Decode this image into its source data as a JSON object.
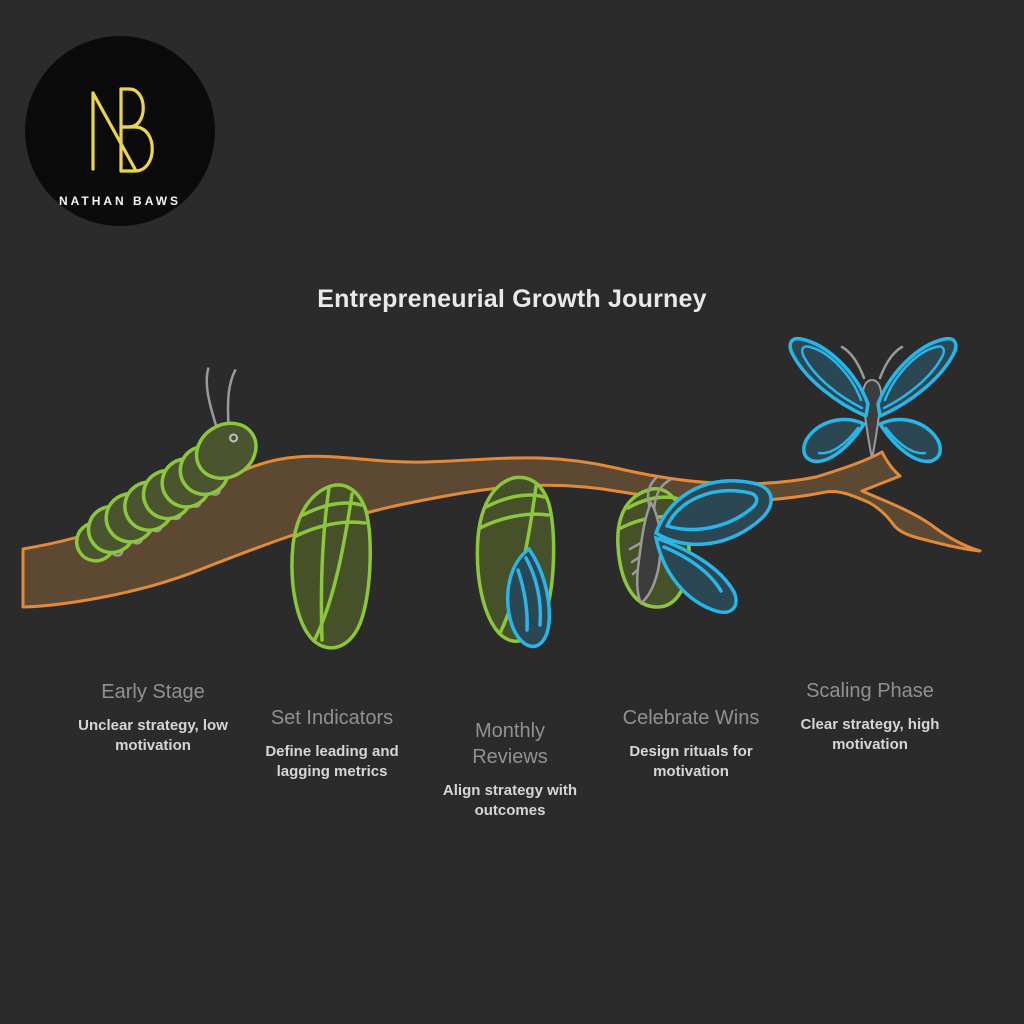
{
  "logo": {
    "monogram": "NB",
    "name": "NATHAN BAWS"
  },
  "title": "Entrepreneurial Growth Journey",
  "stages": [
    {
      "label": "Early Stage",
      "description": "Unclear strategy, low motivation",
      "icon": "caterpillar-icon"
    },
    {
      "label": "Set Indicators",
      "description": "Define leading and lagging metrics",
      "icon": "chrysalis-icon"
    },
    {
      "label": "Monthly Reviews",
      "description": "Align strategy with outcomes",
      "icon": "chrysalis-transforming-icon"
    },
    {
      "label": "Celebrate Wins",
      "description": "Design rituals for motivation",
      "icon": "butterfly-emerging-icon"
    },
    {
      "label": "Scaling Phase",
      "description": "Clear strategy, high motivation",
      "icon": "butterfly-icon"
    }
  ],
  "colors": {
    "background": "#2b2b2c",
    "logo_circle": "#0b0b0b",
    "logo_gold": "#ecd54e",
    "title_text": "#e9e9e9",
    "stage_label": "#8f9193",
    "stage_description": "#d6d6d6",
    "branch_fill": "#5d4832",
    "branch_outline": "#e08a3c",
    "green_outline": "#8cc63e",
    "green_fill": "#465029",
    "blue_outline": "#29b5e8",
    "blue_fill": "#2b4754",
    "gray_parts": "#9a9a9a"
  }
}
